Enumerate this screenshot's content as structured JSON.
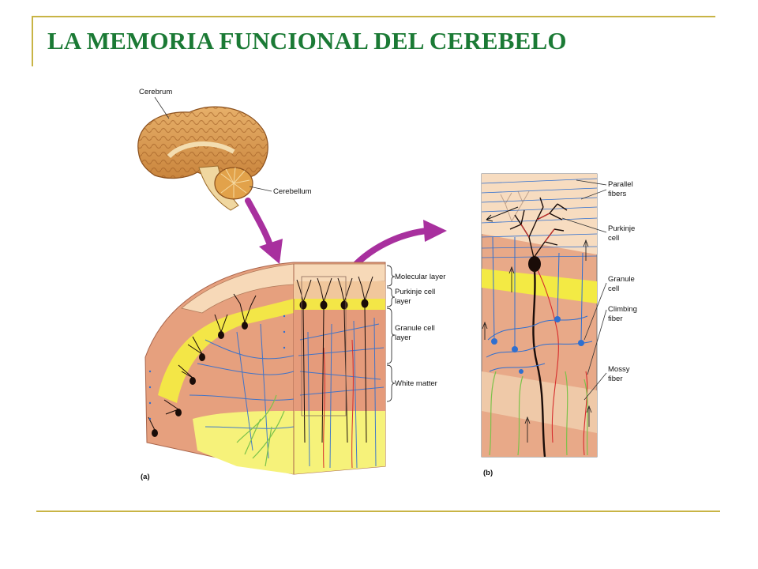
{
  "slide": {
    "title": "LA MEMORIA FUNCIONAL DEL CEREBELO"
  },
  "diagram": {
    "labels": {
      "cerebrum": "Cerebrum",
      "cerebellum": "Cerebellum",
      "molecular_layer": "Molecular layer",
      "purkinje_layer": [
        "Purkinje cell",
        "layer"
      ],
      "granule_layer": [
        "Granule cell",
        "layer"
      ],
      "white_matter": "White matter",
      "parallel_fibers": [
        "Parallel",
        "fibers"
      ],
      "purkinje_cell": [
        "Purkinje",
        "cell"
      ],
      "granule_cell": [
        "Granule",
        "cell"
      ],
      "climbing_fiber": [
        "Climbing",
        "fiber"
      ],
      "mossy_fiber": [
        "Mossy",
        "fiber"
      ]
    },
    "panels": {
      "a": "(a)",
      "b": "(b)"
    },
    "colors": {
      "title": "#1b7a35",
      "rule": "#c8b445",
      "brain": "#d99a4c",
      "tissue": "#e6a07e",
      "molecular": "#f7d9b8",
      "purkinje_band": "#f3ea44",
      "white_matter": "#f6f27a",
      "arrow": "#a8309e",
      "mossy": "#7cc24a",
      "climbing": "#d62c2c",
      "fibers": "#2f6fd0",
      "neuron": "#1a0c08"
    }
  }
}
